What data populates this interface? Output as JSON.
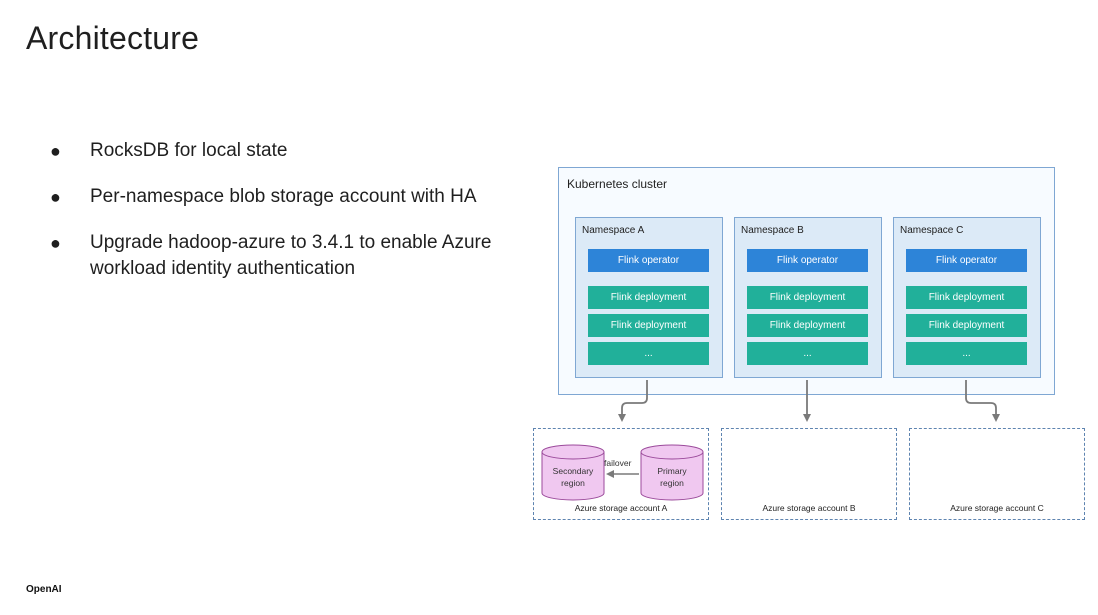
{
  "slide": {
    "title": "Architecture",
    "bullets": [
      "RocksDB for local state",
      "Per-namespace blob storage account with HA",
      "Upgrade hadoop-azure to 3.4.1 to enable Azure workload identity authentication"
    ],
    "footer_logo": "OpenAI"
  },
  "diagram": {
    "cluster_label": "Kubernetes cluster",
    "namespaces": [
      {
        "label": "Namespace A",
        "operator": "Flink operator",
        "deployments": [
          "Flink deployment",
          "Flink deployment",
          "..."
        ]
      },
      {
        "label": "Namespace B",
        "operator": "Flink operator",
        "deployments": [
          "Flink deployment",
          "Flink deployment",
          "..."
        ]
      },
      {
        "label": "Namespace C",
        "operator": "Flink operator",
        "deployments": [
          "Flink deployment",
          "Flink deployment",
          "..."
        ]
      }
    ],
    "storage_accounts": [
      {
        "label": "Azure storage account A"
      },
      {
        "label": "Azure storage account B"
      },
      {
        "label": "Azure storage account C"
      }
    ],
    "regions": {
      "secondary_line1": "Secondary",
      "secondary_line2": "region",
      "primary_line1": "Primary",
      "primary_line2": "region",
      "failover": "failover"
    },
    "colors": {
      "operator": "#2d84d8",
      "deployment": "#21b09a",
      "namespace_bg": "#dceaf7",
      "cylinder": "#f0c8f0"
    }
  }
}
